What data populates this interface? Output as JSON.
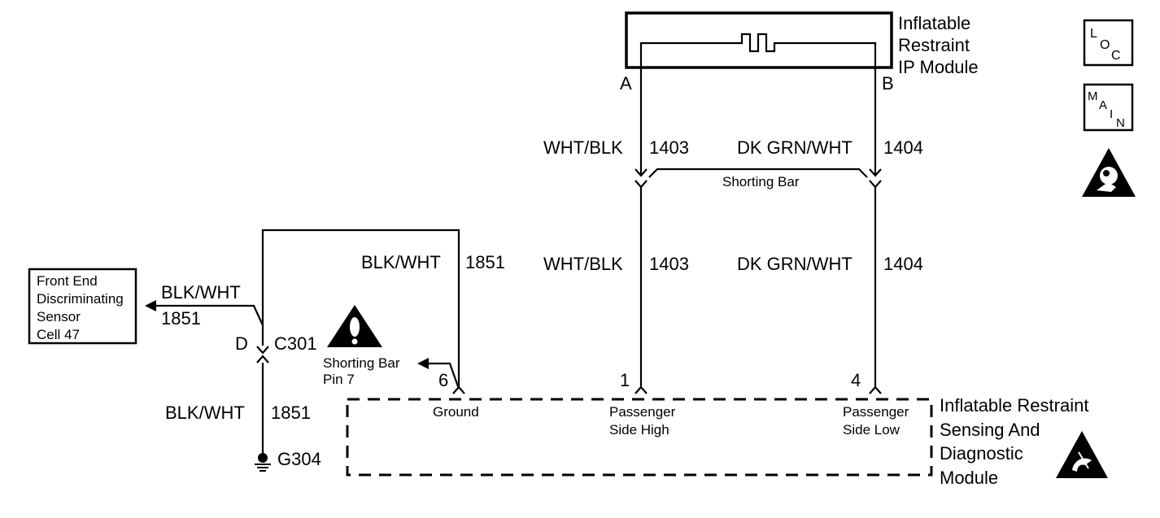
{
  "ip_module": {
    "line1": "Inflatable",
    "line2": "Restraint",
    "line3": "IP Module",
    "pin_a": "A",
    "pin_b": "B"
  },
  "upper_wires": {
    "left_color": "WHT/BLK",
    "left_num": "1403",
    "right_color": "DK GRN/WHT",
    "right_num": "1404"
  },
  "shorting_bar_upper": "Shorting Bar",
  "lower_wires": {
    "left_color": "WHT/BLK",
    "left_num": "1403",
    "right_color": "DK GRN/WHT",
    "right_num": "1404",
    "ground_color": "BLK/WHT",
    "ground_num": "1851"
  },
  "sdm": {
    "line1": "Inflatable Restraint",
    "line2": "Sensing And",
    "line3": "Diagnostic",
    "line4": "Module",
    "pin6": "6",
    "pin1": "1",
    "pin4": "4",
    "pin6_label": "Ground",
    "pin1_label1": "Passenger",
    "pin1_label2": "Side High",
    "pin4_label1": "Passenger",
    "pin4_label2": "Side Low"
  },
  "shorting_bar_pin": {
    "line1": "Shorting Bar",
    "line2": "Pin 7"
  },
  "front_sensor": {
    "line1": "Front End",
    "line2": "Discriminating",
    "line3": "Sensor",
    "line4": "Cell 47",
    "wire_color": "BLK/WHT",
    "wire_num": "1851"
  },
  "connector_c301": {
    "pin": "D",
    "name": "C301"
  },
  "ground_wire": {
    "color": "BLK/WHT",
    "num": "1851"
  },
  "ground_point": "G304",
  "icons": {
    "loc": {
      "l": "L",
      "o": "O",
      "c": "C"
    },
    "main": {
      "m": "M",
      "a": "A",
      "i": "I",
      "n": "N"
    }
  }
}
